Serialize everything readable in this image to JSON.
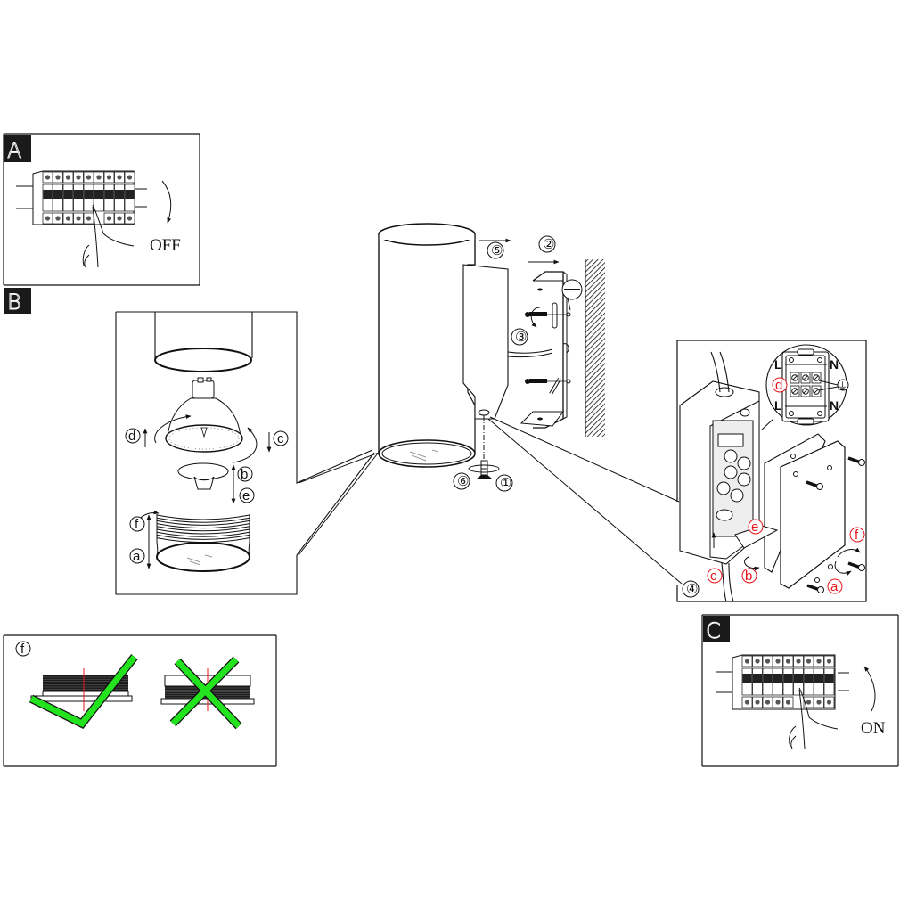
{
  "panels": {
    "A": {
      "badge": "A",
      "switch_label": "OFF"
    },
    "B": {
      "badge": "B",
      "steps": [
        "a",
        "b",
        "c",
        "d",
        "e",
        "f"
      ]
    },
    "C": {
      "badge": "C",
      "switch_label": "ON"
    },
    "F": {
      "badge": "f",
      "correct_mark": "check",
      "incorrect_mark": "cross"
    }
  },
  "main": {
    "step_labels": [
      "①",
      "②",
      "③",
      "④",
      "⑤",
      "⑥"
    ]
  },
  "junction_box": {
    "step_labels": [
      "a",
      "b",
      "c",
      "d",
      "e",
      "f"
    ],
    "terminal_labels": {
      "live_top": "L",
      "neutral_top": "N",
      "live_bottom": "L",
      "neutral_bottom": "N",
      "earth_symbol": "⏚"
    }
  },
  "colors": {
    "line": "#111111",
    "accent_red": "#e8141b",
    "mark_green": "#22e31e",
    "badge_bg": "#1a1a1a"
  }
}
